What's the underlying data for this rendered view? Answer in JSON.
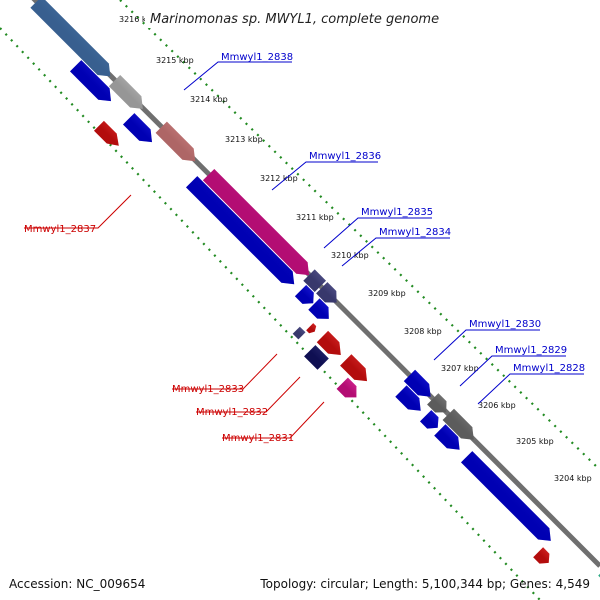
{
  "title": "Marinomonas sp. MWYL1, complete genome",
  "footer": {
    "accession": "Accession: NC_009654",
    "topology": "Topology: circular; Length: 5,100,344 bp; Genes: 4,549"
  },
  "kbp_ticks": [
    "3216 kbp",
    "3215 kbp",
    "3214 kbp",
    "3213 kbp",
    "3212 kbp",
    "3211 kbp",
    "3210 kbp",
    "3209 kbp",
    "3208 kbp",
    "3207 kbp",
    "3206 kbp",
    "3205 kbp",
    "3204 kbp"
  ],
  "gene_labels": {
    "g2838": "Mmwyl1_2838",
    "g2836": "Mmwyl1_2836",
    "g2835": "Mmwyl1_2835",
    "g2834": "Mmwyl1_2834",
    "g2830": "Mmwyl1_2830",
    "g2829": "Mmwyl1_2829",
    "g2828": "Mmwyl1_2828",
    "g2837": "Mmwyl1_2837",
    "g2833": "Mmwyl1_2833",
    "g2832": "Mmwyl1_2832",
    "g2831": "Mmwyl1_2831"
  },
  "colors": {
    "backbone": "#808080",
    "dots": "#228b22",
    "blue": "#0000ee",
    "gray": "#7a7a7a",
    "pink": "#ee1199",
    "red": "#ee1111",
    "slate": "#4a4a90",
    "navy": "#14146e",
    "steel": "#4a7fbf",
    "silver": "#c8c8c8",
    "salmon": "#e88888",
    "teal": "#40e0b0"
  }
}
